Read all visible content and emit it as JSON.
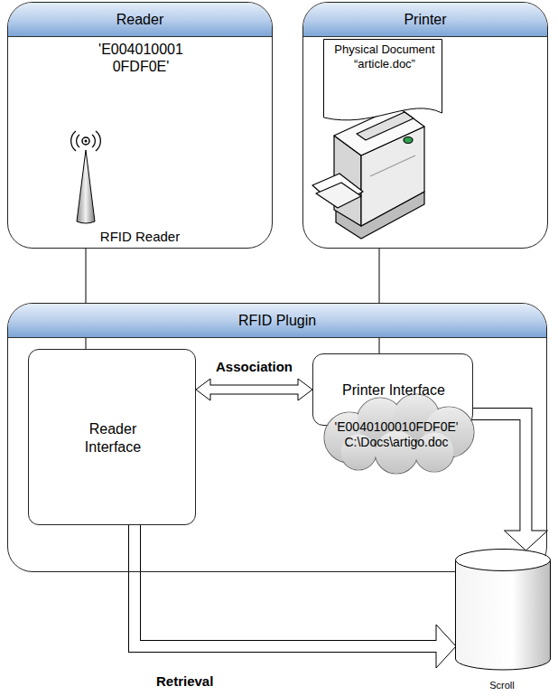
{
  "diagram": {
    "nodes": [
      {
        "text": [
          "Reader",
          "'E004010001 0FDF0E'",
          "RFID Reader"
        ]
      },
      {
        "text": [
          "Printer"
        ]
      },
      {
        "text": [
          "Physical Document “article.doc”"
        ],
        "in": 1
      },
      {
        "text": [
          "RFID Plugin"
        ]
      },
      {
        "text": [
          "Reader Interface"
        ],
        "in": 3
      },
      {
        "text": [
          "Printer Interface"
        ],
        "in": 3
      },
      {
        "text": [
          "'E0040100010FDF0E' C:\\Docs\\artigo.doc"
        ],
        "in": 3
      },
      {
        "text": [
          "Scroll"
        ]
      }
    ],
    "edges": [
      {
        "from": 0,
        "to": 4,
        "arrow": "none"
      },
      {
        "from": 1,
        "to": 5,
        "arrow": "none"
      },
      {
        "from": 4,
        "to": 5,
        "label": "Association",
        "arrow": "both"
      },
      {
        "from": 6,
        "to": 7,
        "arrow": "to"
      },
      {
        "from": 4,
        "to": 7,
        "label": "Retrieval",
        "arrow": "to"
      }
    ]
  }
}
